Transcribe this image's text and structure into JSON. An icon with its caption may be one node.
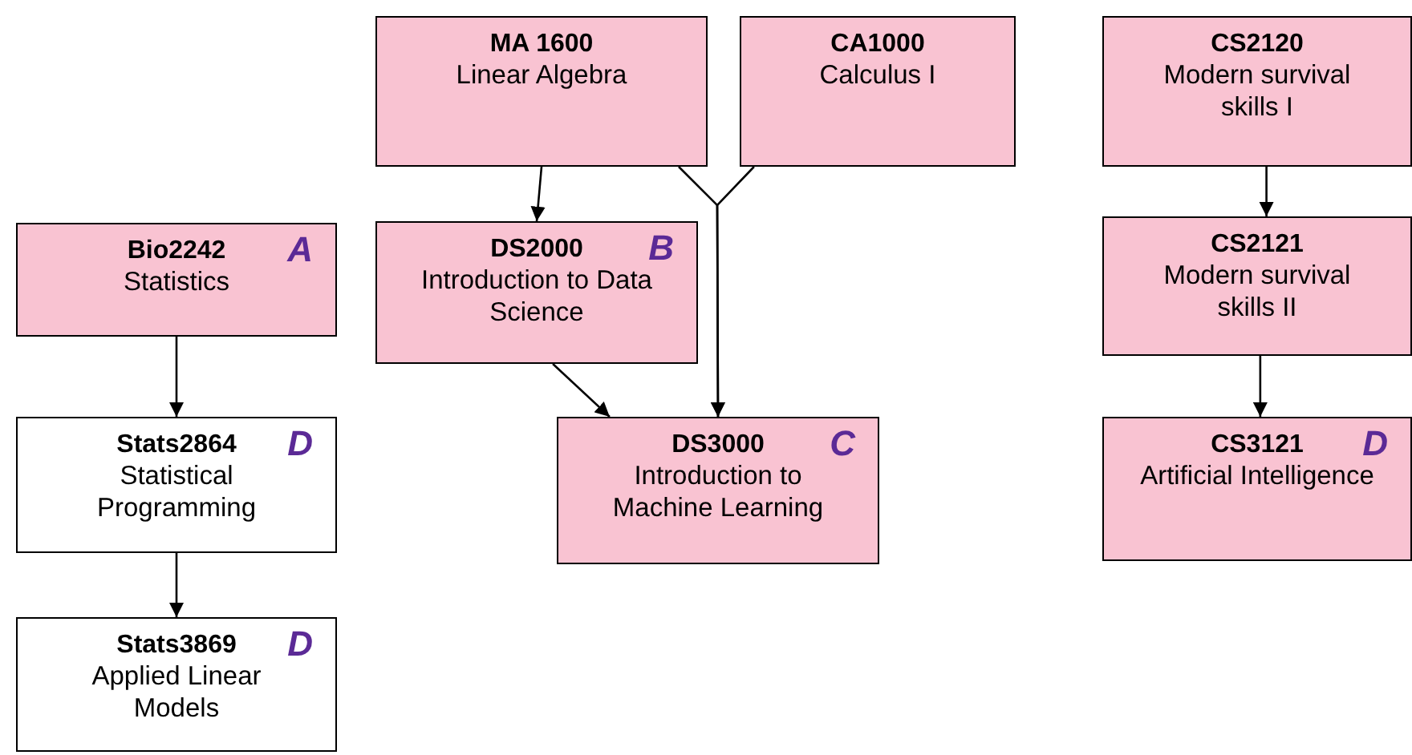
{
  "diagram": {
    "nodes": [
      {
        "text": [
          "MA 1600",
          "Linear Algebra"
        ]
      },
      {
        "text": [
          "CA1000",
          "Calculus I"
        ]
      },
      {
        "text": [
          "CS2120",
          "Modern survival skills I"
        ]
      },
      {
        "text": [
          "Bio2242",
          "A",
          "Statistics"
        ]
      },
      {
        "text": [
          "DS2000",
          "B",
          "Introduction to Data Science"
        ]
      },
      {
        "text": [
          "CS2121",
          "Modern survival skills II"
        ]
      },
      {
        "text": [
          "Stats2864",
          "D",
          "Statistical Programming"
        ]
      },
      {
        "text": [
          "DS3000",
          "C",
          "Introduction to Machine Learning"
        ]
      },
      {
        "text": [
          "CS3121",
          "D",
          "Artificial Intelligence"
        ]
      },
      {
        "text": [
          "Stats3869",
          "D",
          "Applied Linear Models"
        ]
      }
    ],
    "edges": [
      {
        "from": 0,
        "to": 4,
        "arrow": "to"
      },
      {
        "from": 0,
        "to": 7,
        "arrow": "to"
      },
      {
        "from": 1,
        "to": 7,
        "arrow": "to"
      },
      {
        "from": 4,
        "to": 7,
        "arrow": "to"
      },
      {
        "from": 3,
        "to": 6,
        "arrow": "to"
      },
      {
        "from": 6,
        "to": 9,
        "arrow": "to"
      },
      {
        "from": 2,
        "to": 5,
        "arrow": "to"
      },
      {
        "from": 5,
        "to": 8,
        "arrow": "to"
      }
    ]
  }
}
